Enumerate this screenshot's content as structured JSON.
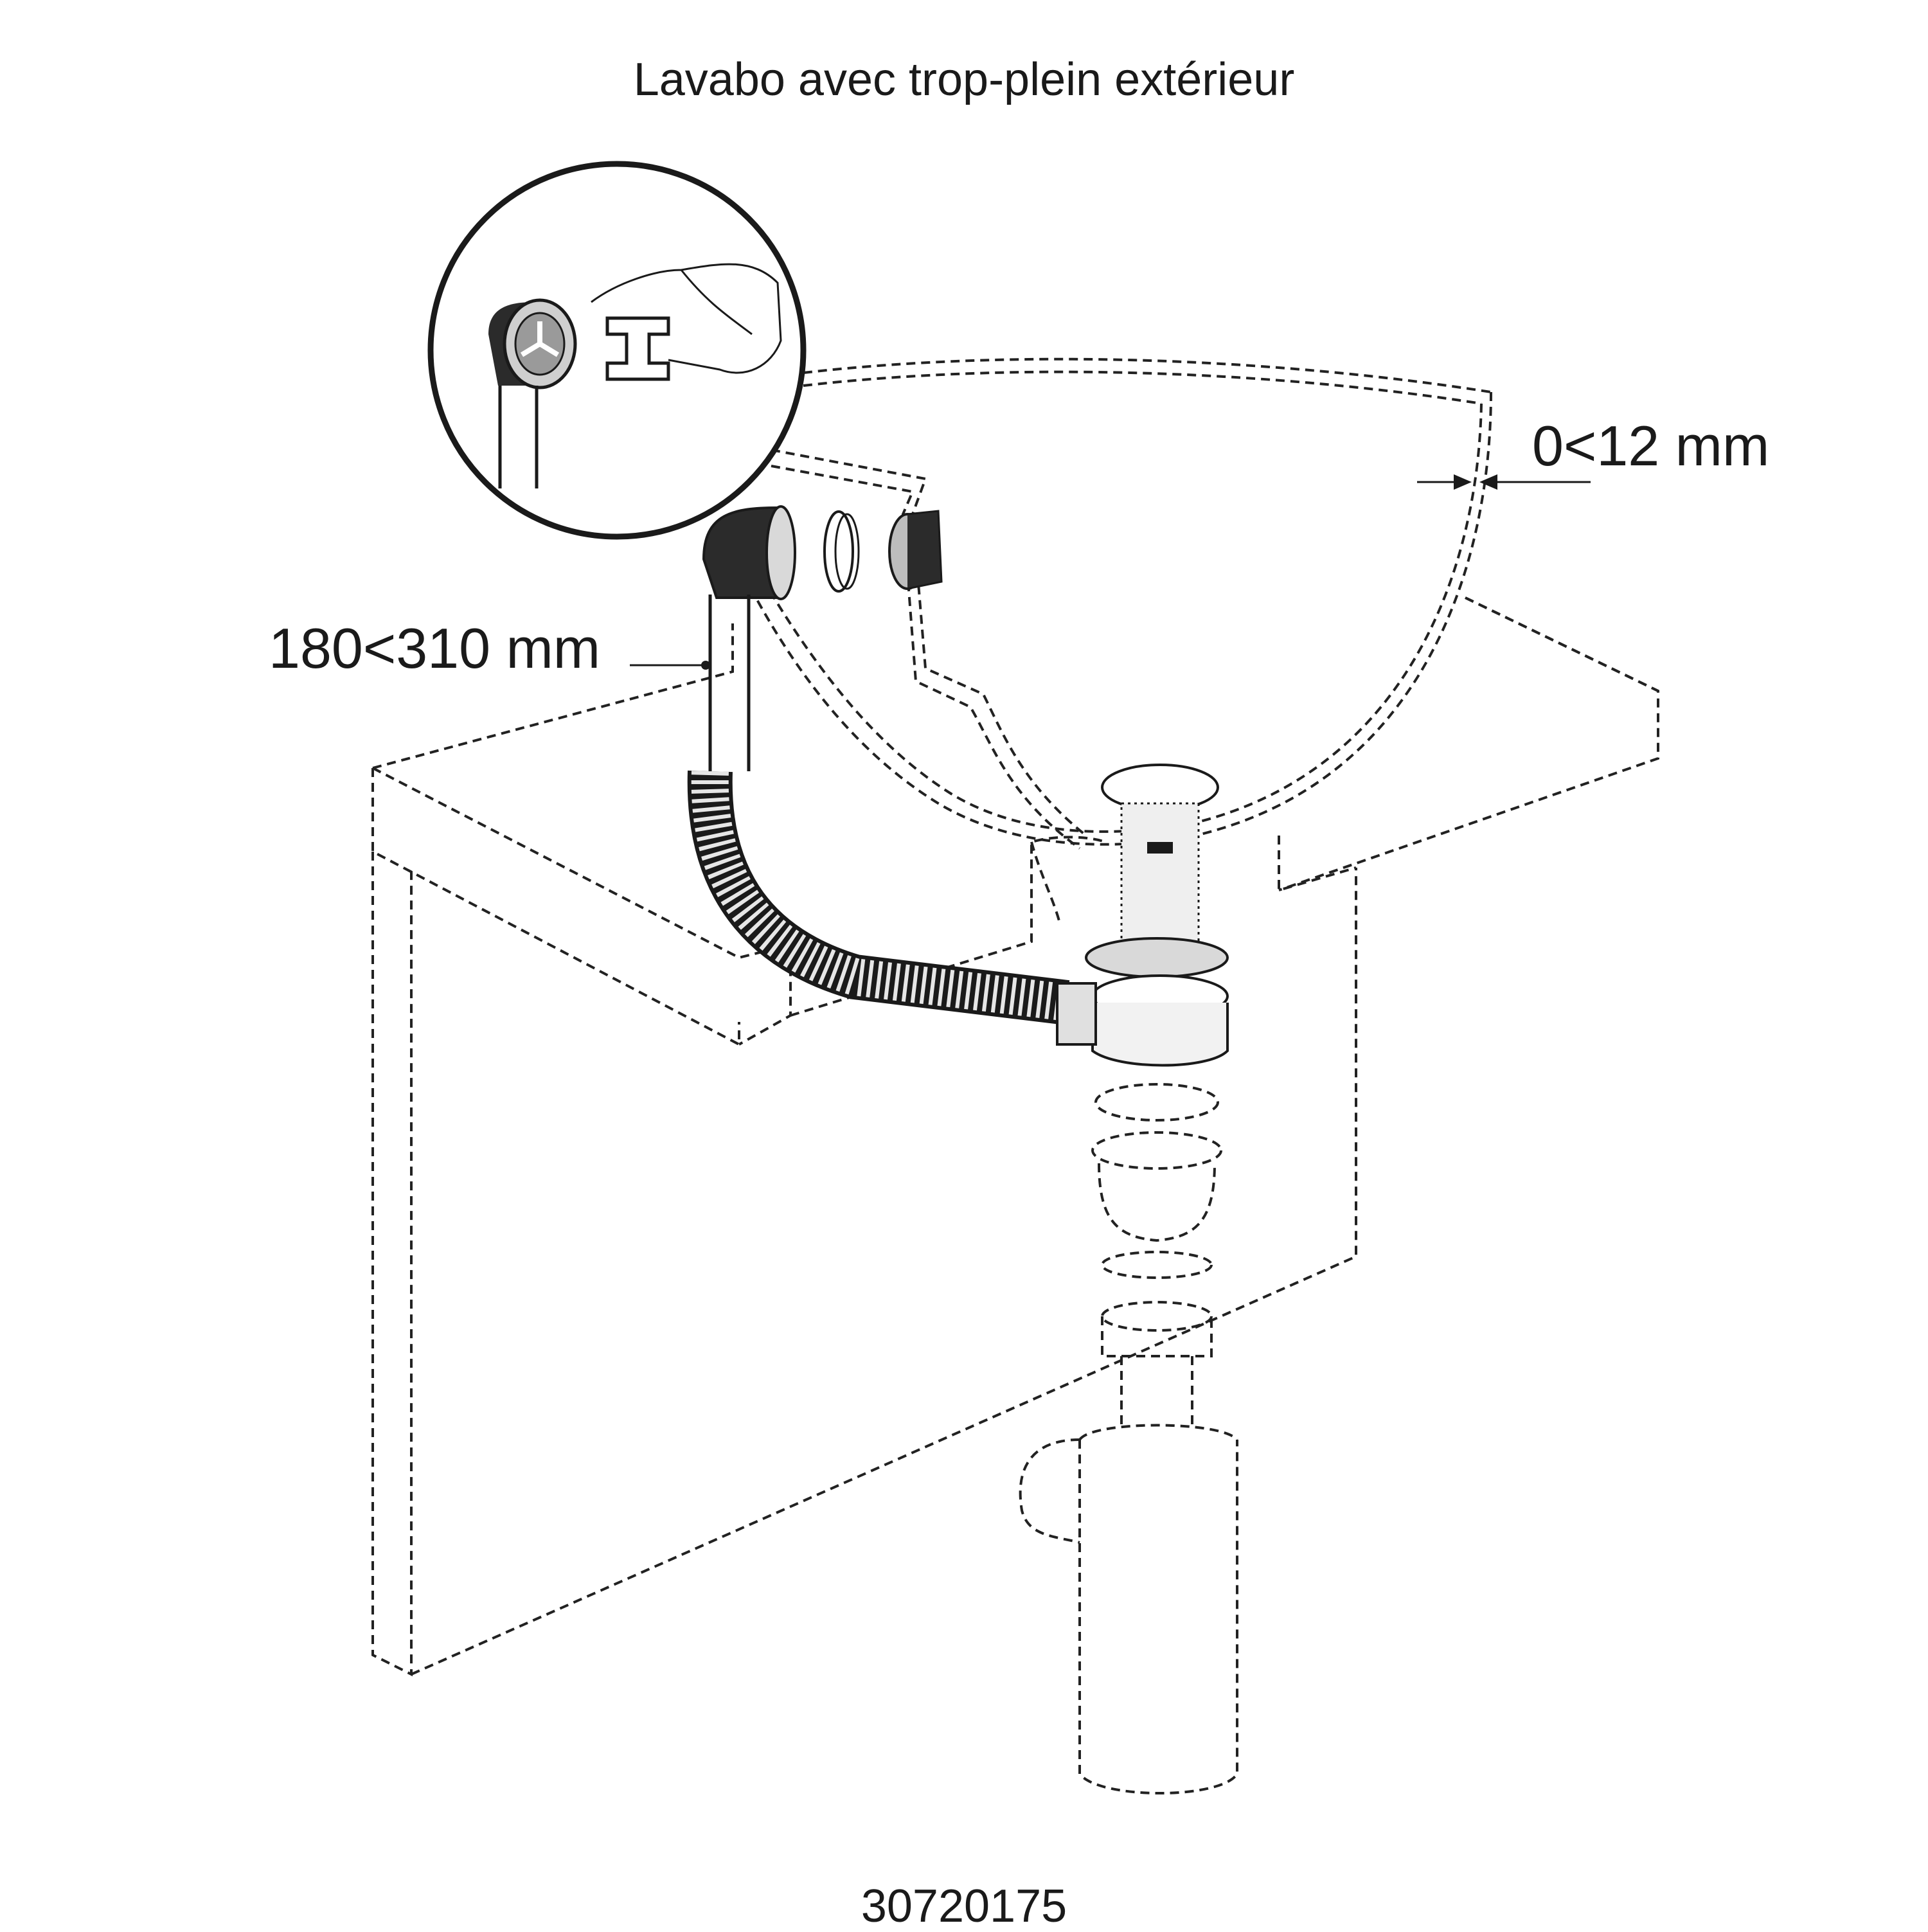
{
  "title": "Lavabo avec trop-plein extérieur",
  "dimensions": {
    "overflow_thickness": "0<12 mm",
    "pipe_length": "180<310 mm"
  },
  "reference": "30720175",
  "colors": {
    "line": "#1a1a1a",
    "metal_dark": "#2b2b2b",
    "metal_light": "#d9d9d9",
    "background": "#ffffff"
  },
  "icons": [
    "overflow-detail-inset",
    "hand-wrench-icon",
    "pop-up-waste-icon",
    "bottle-trap-icon"
  ]
}
